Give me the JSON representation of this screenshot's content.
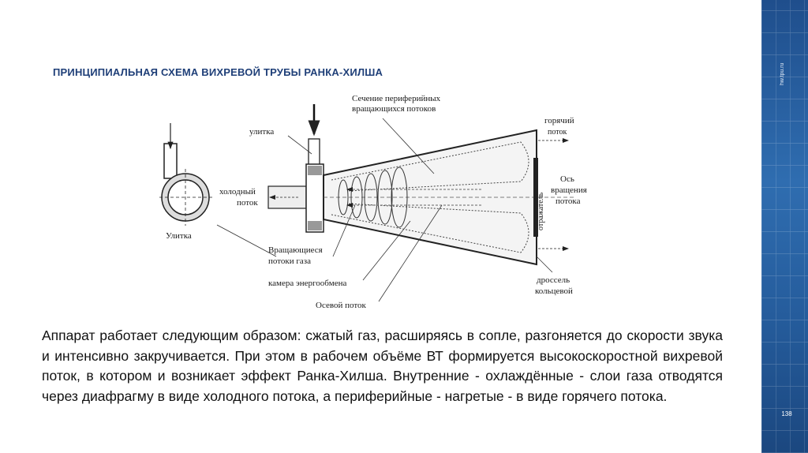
{
  "slide": {
    "title": "ПРИНЦИПИАЛЬНАЯ СХЕМА ВИХРЕВОЙ ТРУБЫ РАНКА-ХИЛША",
    "site_label": "hw.tpu.ru",
    "page_number": "138",
    "body_text": "Аппарат работает следующим образом: сжатый газ, расширяясь в сопле, разгоняется до скорости звука и интенсивно закручивается. При этом в рабочем объёме ВТ формируется высокоскоростной вихревой поток, в котором и возникает эффект Ранка-Хилша. Внутренние - охлаждённые - слои газа отводятся через диафрагму в виде холодного потока, а периферийные - нагретые - в виде горячего потока."
  },
  "diagram": {
    "labels": {
      "section_line1": "Сечение периферийных",
      "section_line2": "вращающихся потоков",
      "snail_top": "улитка",
      "snail_left": "Улитка",
      "hot_line1": "горячий",
      "hot_line2": "поток",
      "cold_line1": "холодный",
      "cold_line2": "поток",
      "axis_line1": "Ось",
      "axis_line2": "вращения",
      "axis_line3": "потока",
      "reflector": "отражатель",
      "rotating_line1": "Вращающиеся",
      "rotating_line2": "потоки газа",
      "chamber": "камера энергообмена",
      "axial": "Осевой поток",
      "throttle_line1": "дроссель",
      "throttle_line2": "кольцевой"
    }
  },
  "colors": {
    "title": "#1f3f78",
    "band": "#2f6db0"
  }
}
